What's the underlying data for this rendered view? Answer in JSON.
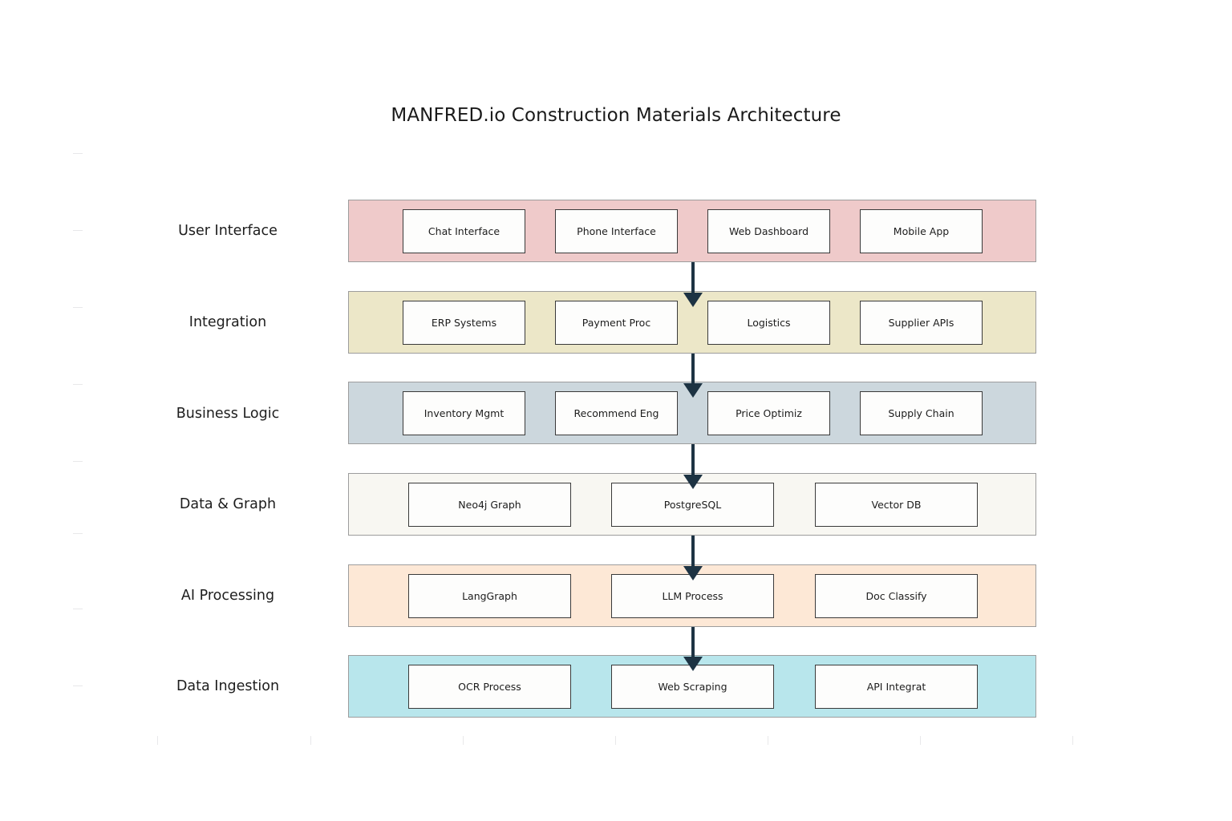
{
  "title": "MANFRED.io Construction Materials Architecture",
  "colors": {
    "user_interface": "#efcaca",
    "integration": "#ece7c8",
    "business_logic": "#ccd7dd",
    "data_graph": "#f8f7f2",
    "ai_processing": "#fde8d6",
    "data_ingestion": "#b8e6ec",
    "arrow": "#1d3343",
    "band_border": "#9d9d9d",
    "box_border": "#3a3a3a",
    "box_fill": "#fdfdfc",
    "text": "#1d1d1d"
  },
  "layers": [
    {
      "id": "user-interface",
      "label": "User Interface",
      "color_key": "user_interface",
      "columns": 4,
      "components": [
        {
          "label": "Chat Interface"
        },
        {
          "label": "Phone Interface"
        },
        {
          "label": "Web Dashboard"
        },
        {
          "label": "Mobile App"
        }
      ]
    },
    {
      "id": "integration",
      "label": "Integration",
      "color_key": "integration",
      "columns": 4,
      "components": [
        {
          "label": "ERP Systems"
        },
        {
          "label": "Payment Proc"
        },
        {
          "label": "Logistics"
        },
        {
          "label": "Supplier APIs"
        }
      ]
    },
    {
      "id": "business-logic",
      "label": "Business Logic",
      "color_key": "business_logic",
      "columns": 4,
      "components": [
        {
          "label": "Inventory Mgmt"
        },
        {
          "label": "Recommend Eng"
        },
        {
          "label": "Price Optimiz"
        },
        {
          "label": "Supply Chain"
        }
      ]
    },
    {
      "id": "data-graph",
      "label": "Data & Graph",
      "color_key": "data_graph",
      "columns": 3,
      "components": [
        {
          "label": "Neo4j Graph"
        },
        {
          "label": "PostgreSQL"
        },
        {
          "label": "Vector DB"
        }
      ]
    },
    {
      "id": "ai-processing",
      "label": "AI Processing",
      "color_key": "ai_processing",
      "columns": 3,
      "components": [
        {
          "label": "LangGraph"
        },
        {
          "label": "LLM Process"
        },
        {
          "label": "Doc Classify"
        }
      ]
    },
    {
      "id": "data-ingestion",
      "label": "Data Ingestion",
      "color_key": "data_ingestion",
      "columns": 3,
      "components": [
        {
          "label": "OCR Process"
        },
        {
          "label": "Web Scraping"
        },
        {
          "label": "API Integrat"
        }
      ]
    }
  ],
  "flow_arrows": [
    {
      "from": "user-interface",
      "to": "integration"
    },
    {
      "from": "integration",
      "to": "business-logic"
    },
    {
      "from": "business-logic",
      "to": "data-graph"
    },
    {
      "from": "data-graph",
      "to": "ai-processing"
    },
    {
      "from": "ai-processing",
      "to": "data-ingestion"
    }
  ],
  "axis_ticks": {
    "left_count": 8,
    "bottom_count": 7
  }
}
